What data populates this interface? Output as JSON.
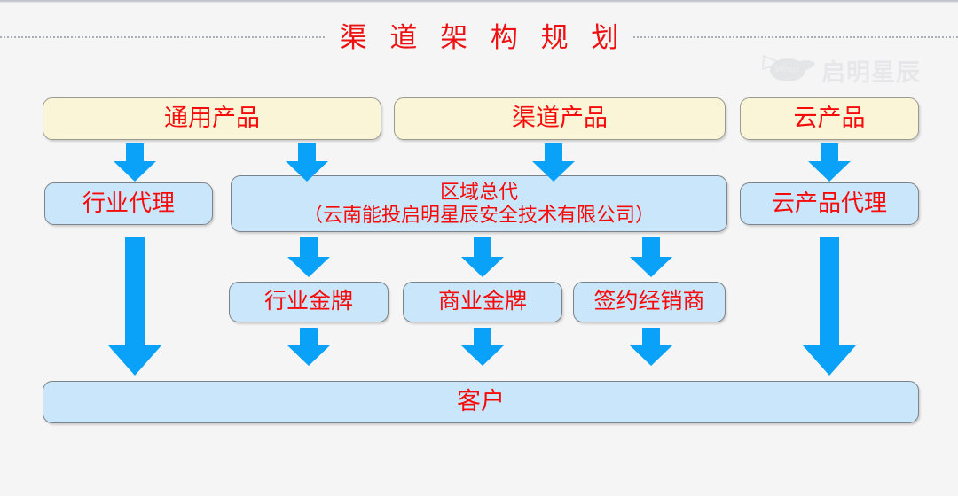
{
  "slide": {
    "title": "渠 道 架 构 规 划",
    "watermark_text": "启明星辰",
    "watermark_mark": "venustech-logo-icon",
    "accent_red": "#f60a0a",
    "arrow_blue": "#09a2f8",
    "cream_fill": "#fbf5d8",
    "blue_fill": "#c9e6fa",
    "background": "#f5f5f6"
  },
  "nodes": {
    "general_product": "通用产品",
    "channel_product": "渠道产品",
    "cloud_product": "云产品",
    "industry_agent": "行业代理",
    "regional_general_agent": "区域总代\n（云南能投启明星辰安全技术有限公司）",
    "cloud_product_agent": "云产品代理",
    "industry_gold": "行业金牌",
    "business_gold": "商业金牌",
    "signed_dealer": "签约经销商",
    "customer": "客户"
  },
  "arrows": [
    {
      "name": "arrow-general-to-industry-agent",
      "from": "通用产品",
      "to": "行业代理"
    },
    {
      "name": "arrow-general-to-regional",
      "from": "通用产品",
      "to": "区域总代"
    },
    {
      "name": "arrow-channel-to-regional",
      "from": "渠道产品",
      "to": "区域总代"
    },
    {
      "name": "arrow-cloud-to-cloud-agent",
      "from": "云产品",
      "to": "云产品代理"
    },
    {
      "name": "arrow-industry-agent-to-customer",
      "from": "行业代理",
      "to": "客户"
    },
    {
      "name": "arrow-regional-to-industry-gold",
      "from": "区域总代",
      "to": "行业金牌"
    },
    {
      "name": "arrow-regional-to-business-gold",
      "from": "区域总代",
      "to": "商业金牌"
    },
    {
      "name": "arrow-regional-to-dealer",
      "from": "区域总代",
      "to": "签约经销商"
    },
    {
      "name": "arrow-industry-gold-to-customer",
      "from": "行业金牌",
      "to": "客户"
    },
    {
      "name": "arrow-business-gold-to-customer",
      "from": "商业金牌",
      "to": "客户"
    },
    {
      "name": "arrow-dealer-to-customer",
      "from": "签约经销商",
      "to": "客户"
    },
    {
      "name": "arrow-cloud-agent-to-customer",
      "from": "云产品代理",
      "to": "客户"
    }
  ]
}
